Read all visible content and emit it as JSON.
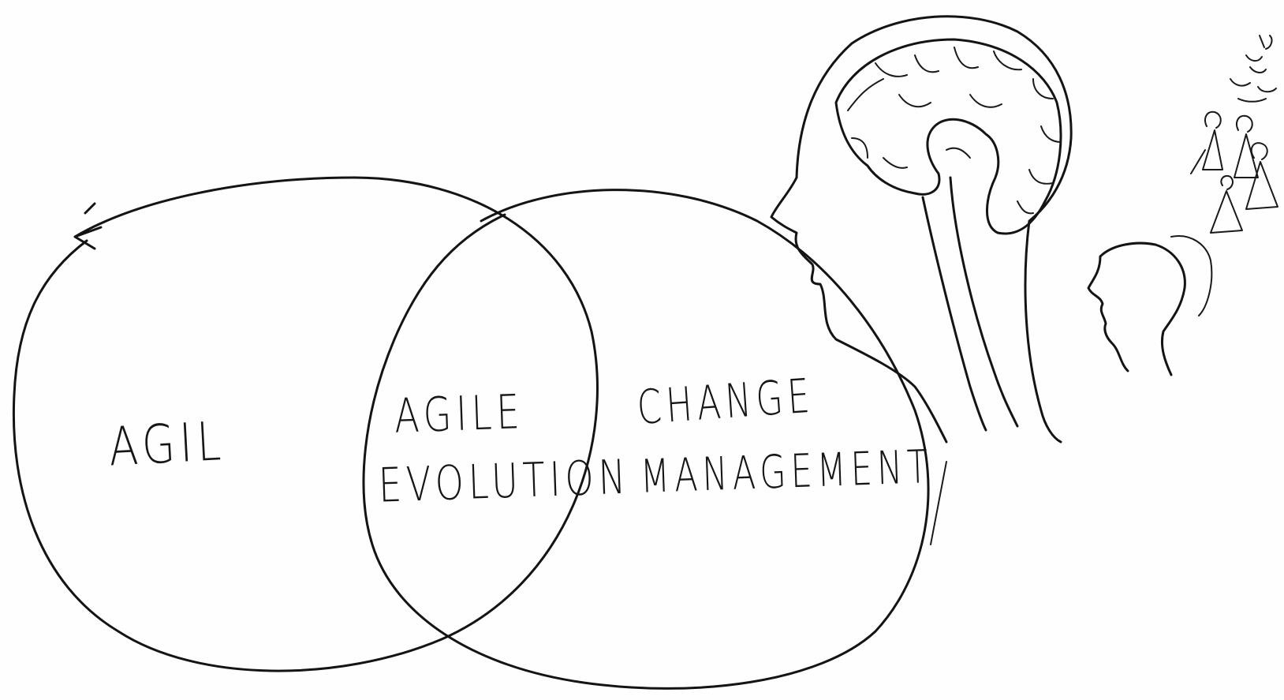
{
  "diagram": {
    "left_set": {
      "label": "AGIL"
    },
    "intersection": {
      "line1": "AGILE",
      "line2": "EVOLUTION"
    },
    "right_set": {
      "line1": "CHANGE",
      "line2": "MANAGEMENT"
    },
    "illustrations": [
      "brain-head-icon",
      "small-head-icon",
      "group-of-people-icon"
    ],
    "ink_color": "#141414",
    "background_color": "#fefefe"
  }
}
